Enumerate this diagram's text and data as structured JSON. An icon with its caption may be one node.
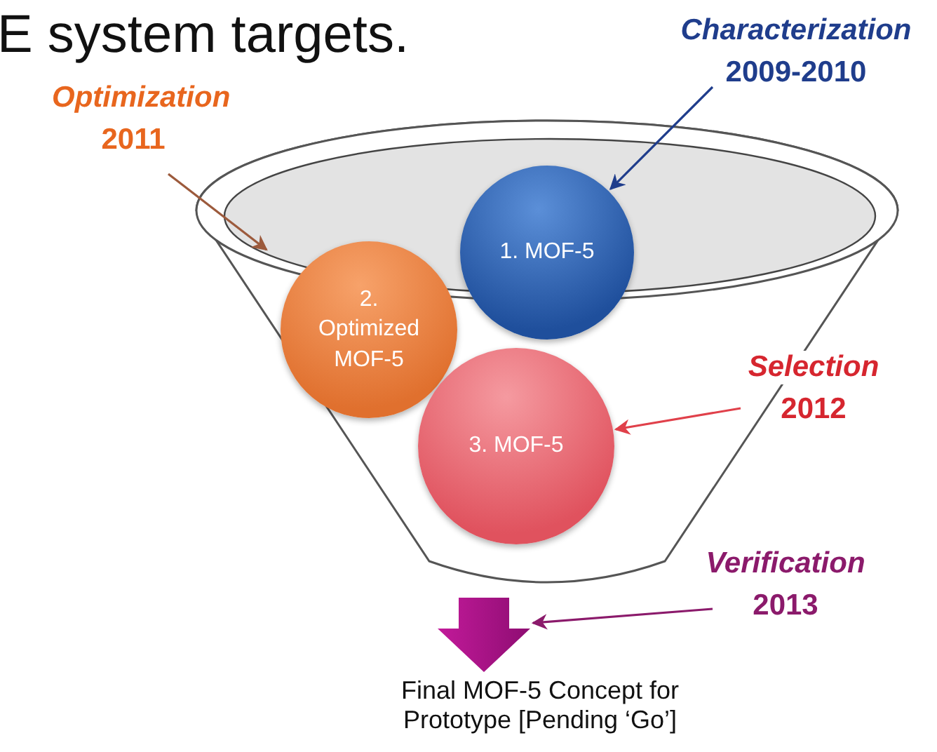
{
  "diagram": {
    "title": "E system targets.",
    "nodes": [
      {
        "text": [],
        "shape": "funnel"
      },
      {
        "text": [
          "Optimization",
          "2011"
        ]
      },
      {
        "text": [
          "Characterization",
          "2009-2010"
        ]
      },
      {
        "text": [
          "2. Optimized MOF-5"
        ],
        "in": 0
      },
      {
        "text": [
          "1. MOF-5"
        ],
        "in": 0
      },
      {
        "text": [
          "3. MOF-5"
        ],
        "in": 0
      },
      {
        "text": [
          "Selection",
          "2012"
        ]
      },
      {
        "text": [
          "Verification",
          "2013"
        ]
      },
      {
        "text": [],
        "shape": "arrow"
      },
      {
        "text": [
          "Final MOF-5 Concept for Prototype [Pending ‘Go’]"
        ]
      }
    ],
    "edges": [
      {
        "from": 1,
        "to": 0,
        "arrow": "to",
        "color": "#9c5a3c"
      },
      {
        "from": 2,
        "to": 4,
        "arrow": "to",
        "color": "#1f3d8c"
      },
      {
        "from": 6,
        "to": 5,
        "arrow": "to",
        "color": "#e0404a"
      },
      {
        "from": 7,
        "to": 8,
        "arrow": "to",
        "color": "#8b1a6b"
      }
    ]
  }
}
